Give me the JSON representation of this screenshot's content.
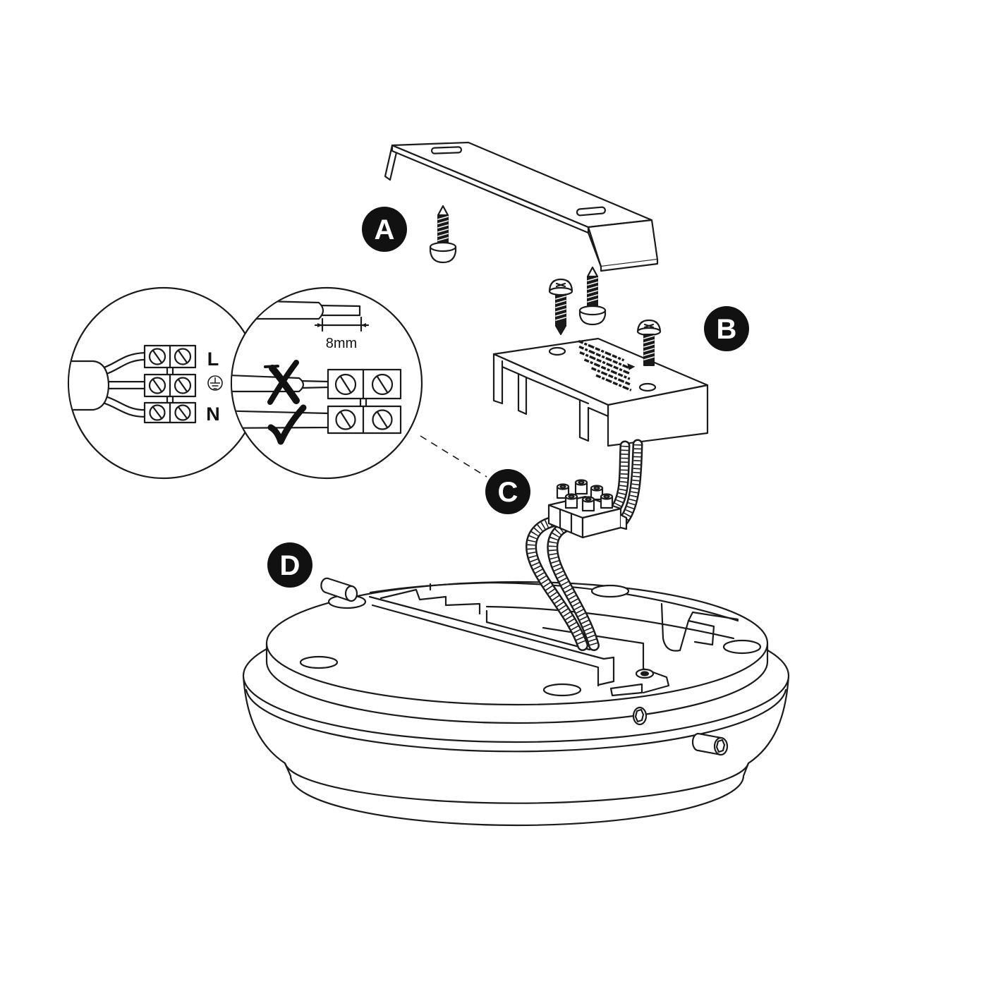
{
  "callouts": {
    "a": "A",
    "b": "B",
    "c": "C",
    "d": "D"
  },
  "terminal_labels": {
    "live": "L",
    "neutral": "N"
  },
  "strip_length": "8mm",
  "icons": {
    "earth": "earth-ground-icon",
    "wrong": "cross-mark-icon",
    "right": "check-mark-icon"
  },
  "colors": {
    "line": "#1a1a1a",
    "badge": "#111111",
    "badge_text": "#ffffff",
    "background": "#ffffff"
  }
}
